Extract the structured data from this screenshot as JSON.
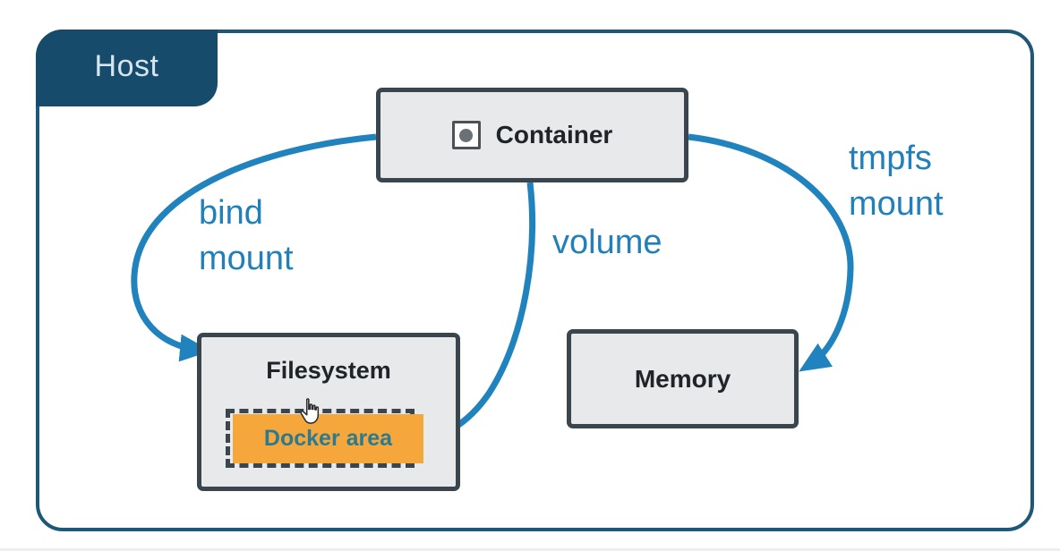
{
  "diagram": {
    "title_context": "Docker storage mounts diagram",
    "host": {
      "label": "Host"
    },
    "nodes": {
      "container": {
        "label": "Container",
        "icon": "container-icon"
      },
      "filesystem": {
        "label": "Filesystem"
      },
      "docker_area": {
        "label": "Docker area"
      },
      "memory": {
        "label": "Memory"
      }
    },
    "edges": {
      "bind_mount": {
        "label": "bind\nmount",
        "from": "container",
        "to": "filesystem"
      },
      "volume": {
        "label": "volume",
        "from": "container",
        "to": "docker_area"
      },
      "tmpfs_mount": {
        "label": "tmpfs\nmount",
        "from": "container",
        "to": "memory"
      }
    },
    "colors": {
      "host_navy": "#174b6c",
      "host_border": "#1d5878",
      "arrow_blue": "#2183bd",
      "label_blue": "#2180ba",
      "node_fill": "#e7e9eb",
      "node_border": "#3b454e",
      "node_text": "#202327",
      "docker_area_orange": "#f6a73c",
      "docker_area_text_teal": "#2b7a90",
      "host_label_text": "#d7e5ee"
    },
    "cursor": {
      "type": "hand-pointer"
    }
  }
}
